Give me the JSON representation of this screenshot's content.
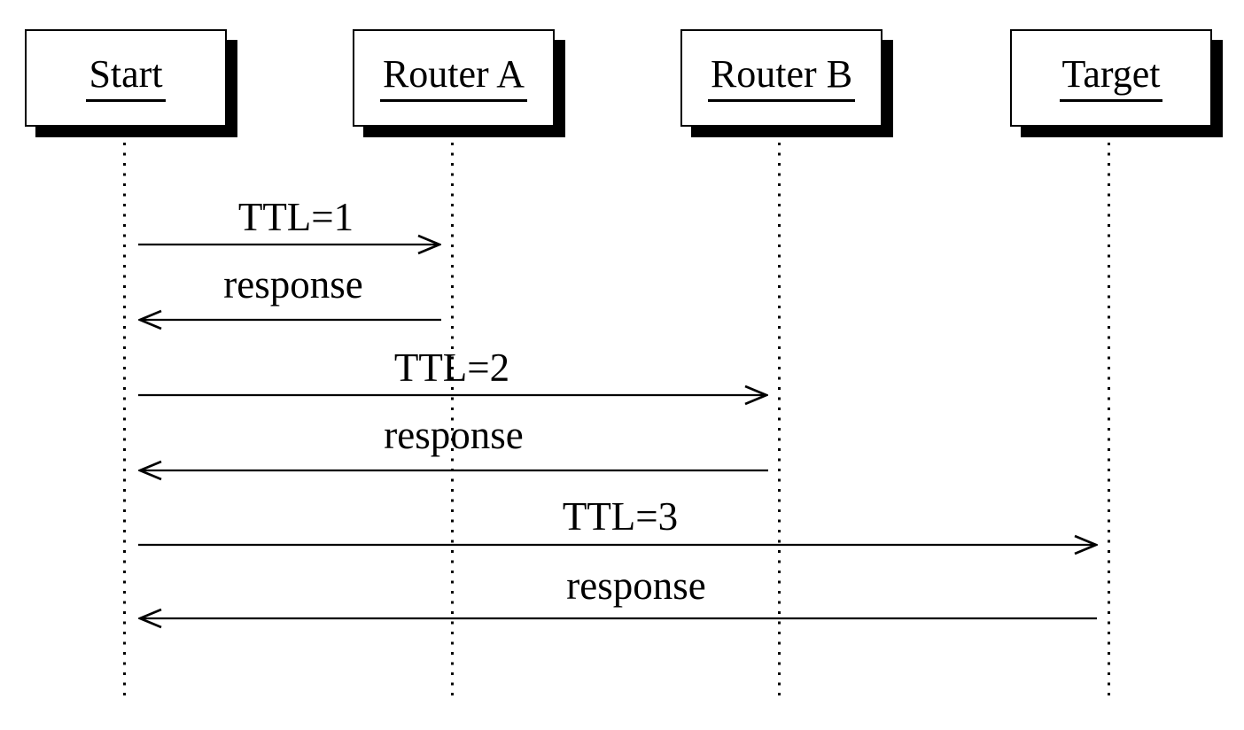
{
  "diagram": {
    "kind": "sequence-diagram",
    "colors": {
      "background": "#ffffff",
      "line": "#000000",
      "box_fill": "#ffffff",
      "box_shadow": "#000000"
    }
  },
  "actors": [
    {
      "label": "Start"
    },
    {
      "label": "Router A"
    },
    {
      "label": "Router B"
    },
    {
      "label": "Target"
    }
  ],
  "messages": [
    {
      "label": "TTL=1",
      "from": "Start",
      "to": "Router A",
      "direction": "right"
    },
    {
      "label": "response",
      "from": "Router A",
      "to": "Start",
      "direction": "left"
    },
    {
      "label": "TTL=2",
      "from": "Start",
      "to": "Router B",
      "direction": "right"
    },
    {
      "label": "response",
      "from": "Router B",
      "to": "Start",
      "direction": "left"
    },
    {
      "label": "TTL=3",
      "from": "Start",
      "to": "Target",
      "direction": "right"
    },
    {
      "label": "response",
      "from": "Target",
      "to": "Start",
      "direction": "left"
    }
  ]
}
